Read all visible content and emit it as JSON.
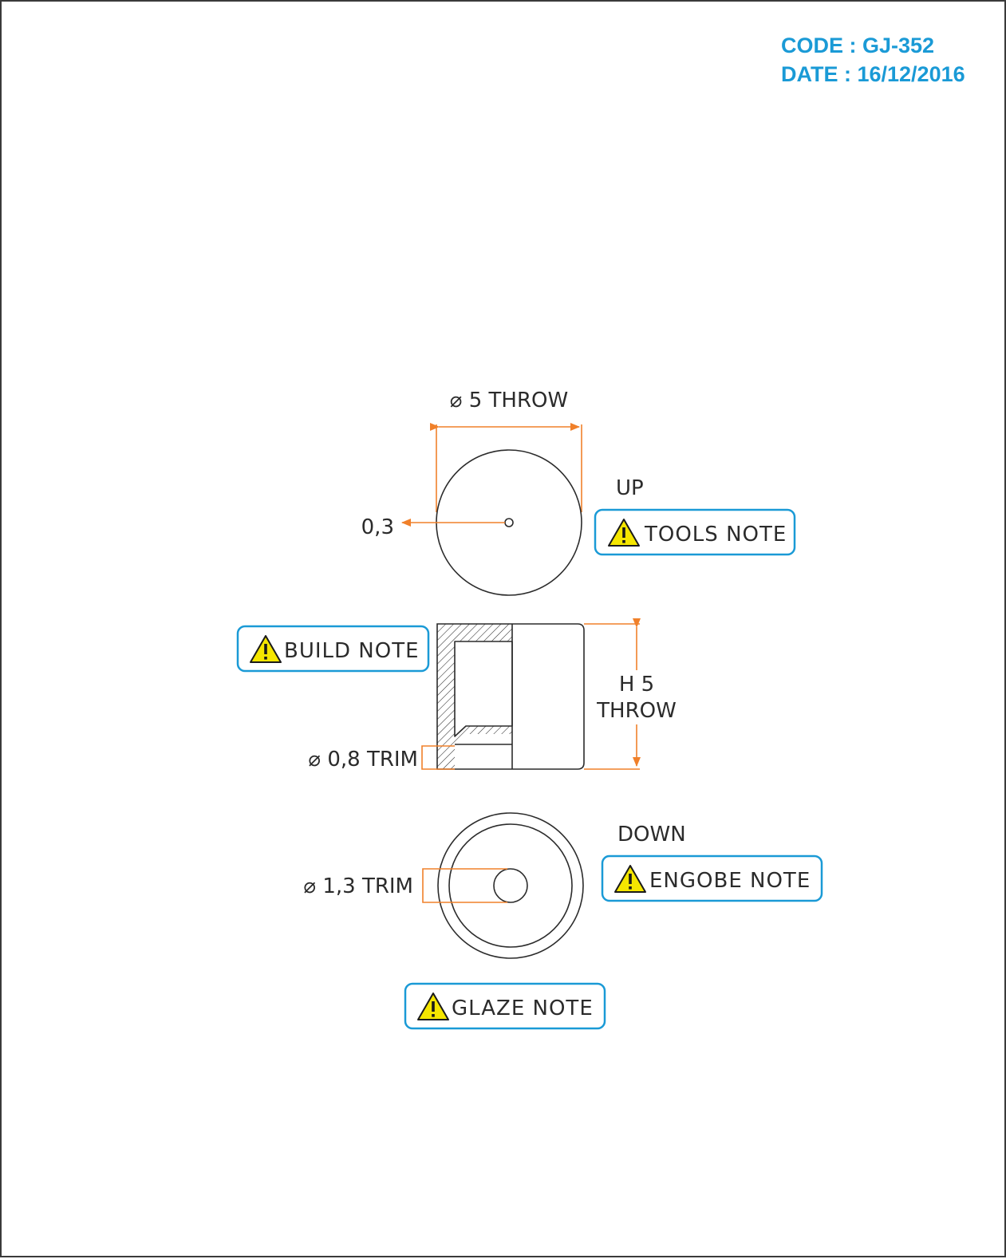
{
  "header": {
    "code": "CODE : GJ-352",
    "date": "DATE : 16/12/2016"
  },
  "top_view": {
    "diameter_label": "⌀ 5 THROW",
    "hole_label": "0,3",
    "side_label": "UP"
  },
  "side_view": {
    "height_label_line1": "H 5",
    "height_label_line2": "THROW",
    "trim_label": "⌀ 0,8 TRIM"
  },
  "bottom_view": {
    "side_label": "DOWN",
    "trim_label": "⌀ 1,3 TRIM"
  },
  "notes": {
    "tools": "TOOLS NOTE",
    "build": "BUILD NOTE",
    "engobe": "ENGOBE NOTE",
    "glaze": "GLAZE NOTE"
  },
  "icons": {
    "warning": "warning-icon"
  },
  "colors": {
    "accent": "#1a9ad6",
    "dimension": "#f0802a",
    "warning": "#f5e600",
    "line": "#2b2b2b"
  }
}
